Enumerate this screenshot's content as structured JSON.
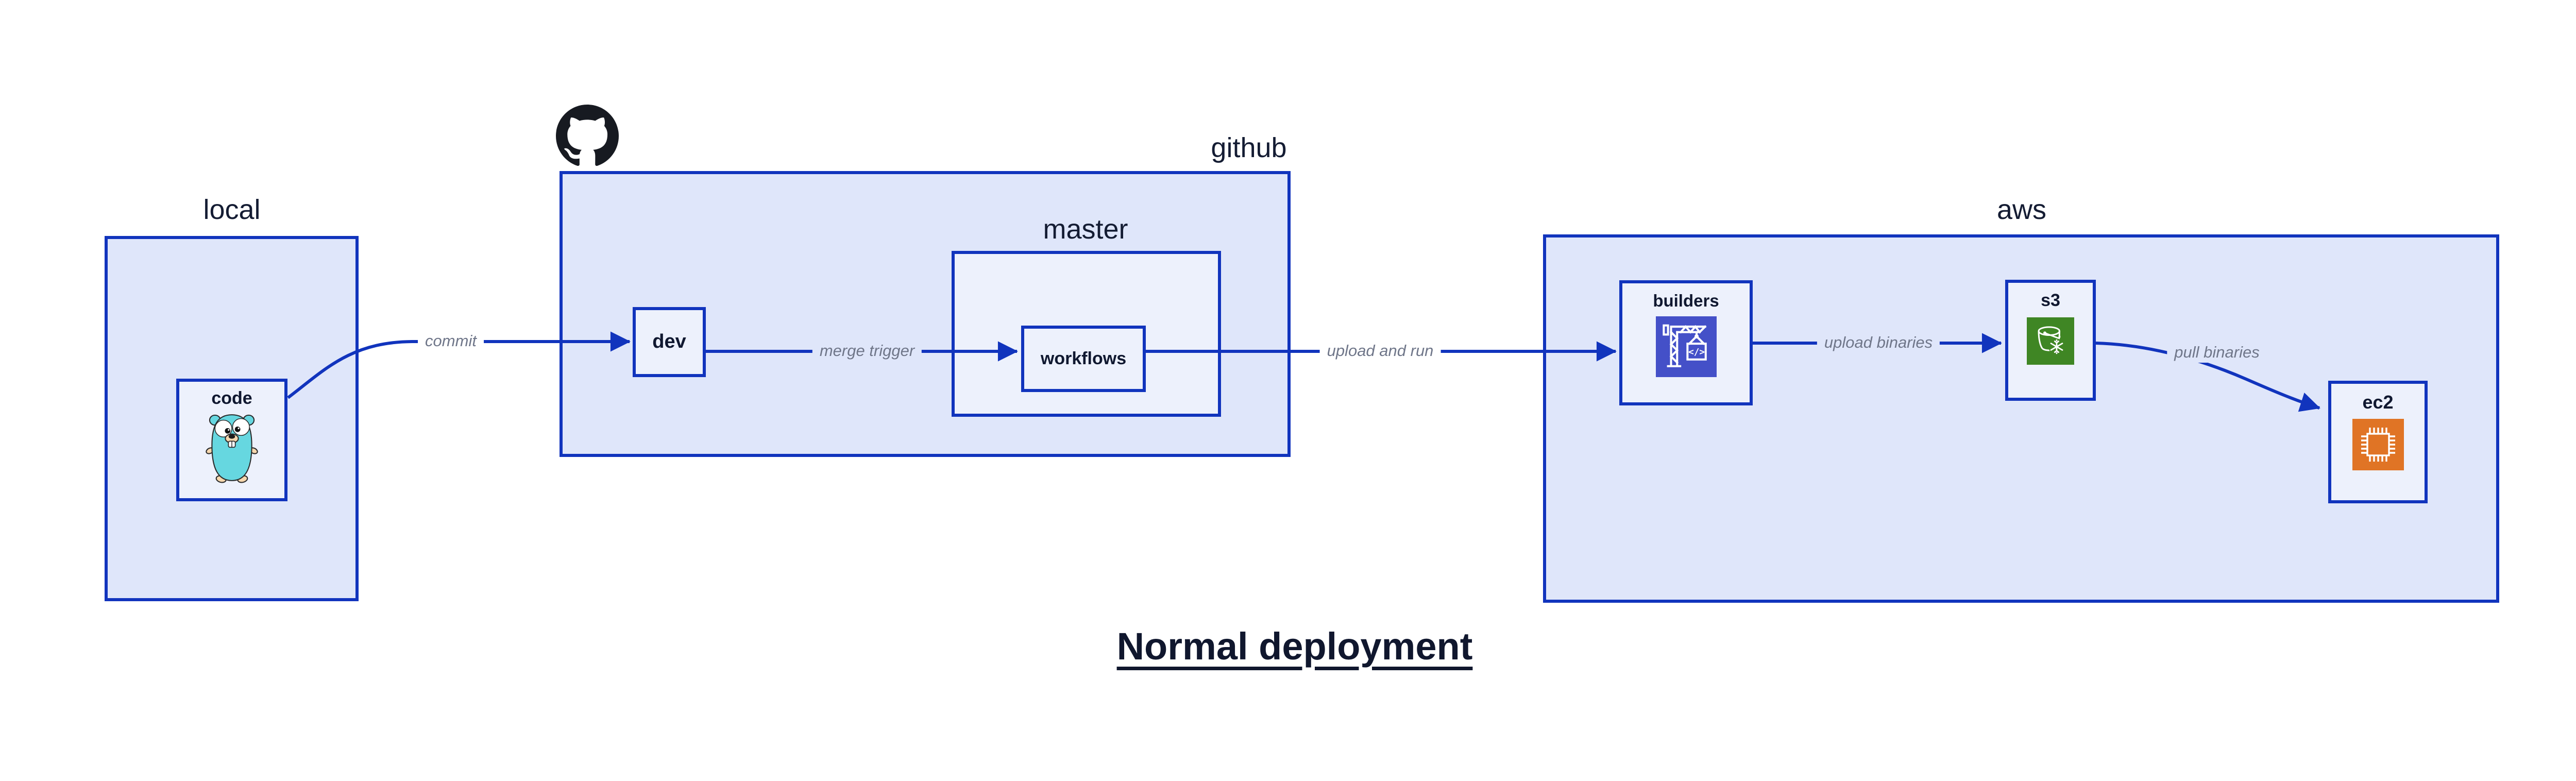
{
  "title": {
    "text": "Normal deployment"
  },
  "containers": {
    "local": {
      "label": "local"
    },
    "github": {
      "label": "github"
    },
    "master": {
      "label": "master"
    },
    "aws": {
      "label": "aws"
    }
  },
  "nodes": {
    "code": {
      "label": "code"
    },
    "dev": {
      "label": "dev"
    },
    "workflows": {
      "label": "workflows"
    },
    "builders": {
      "label": "builders"
    },
    "s3": {
      "label": "s3"
    },
    "ec2": {
      "label": "ec2"
    }
  },
  "edges": {
    "commit": {
      "label": "commit",
      "from": "code",
      "to": "dev"
    },
    "merge_trigger": {
      "label": "merge trigger",
      "from": "dev",
      "to": "workflows"
    },
    "upload_and_run": {
      "label": "upload and run",
      "from": "workflows",
      "to": "builders"
    },
    "upload_binaries": {
      "label": "upload binaries",
      "from": "builders",
      "to": "s3"
    },
    "pull_binaries": {
      "label": "pull binaries",
      "from": "s3",
      "to": "ec2"
    }
  },
  "icons": {
    "octocat": "github-octocat-icon",
    "gopher": "go-gopher-icon",
    "builders": "aws-codebuild-crane-icon",
    "s3": "aws-s3-bucket-snowflake-icon",
    "ec2": "aws-ec2-chip-icon"
  },
  "colors": {
    "container_fill": "#dfe6fa",
    "node_fill": "#edf1fc",
    "stroke_blue": "#1134bd",
    "edge_label_gray": "#6f7689",
    "heading_navy": "#141c33",
    "codebuild_indigo": "#4450c8",
    "s3_green": "#3f8624",
    "ec2_orange": "#e07425",
    "gopher_teal": "#66d7e0",
    "octocat_black": "#171a21"
  }
}
